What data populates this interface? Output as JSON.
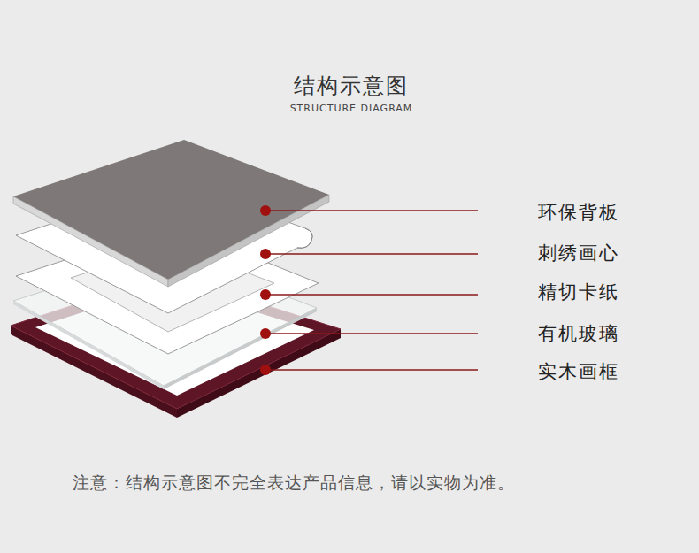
{
  "diagram": {
    "title": "结构示意图",
    "caption": "注意：结构示意图不完全表达产品信息，请以实物为准。",
    "labels": [
      "STRUCTURE DIAGRAM",
      "环保背板",
      "刺绣画心",
      "精切卡纸",
      "有机玻璃",
      "实木画框"
    ]
  }
}
